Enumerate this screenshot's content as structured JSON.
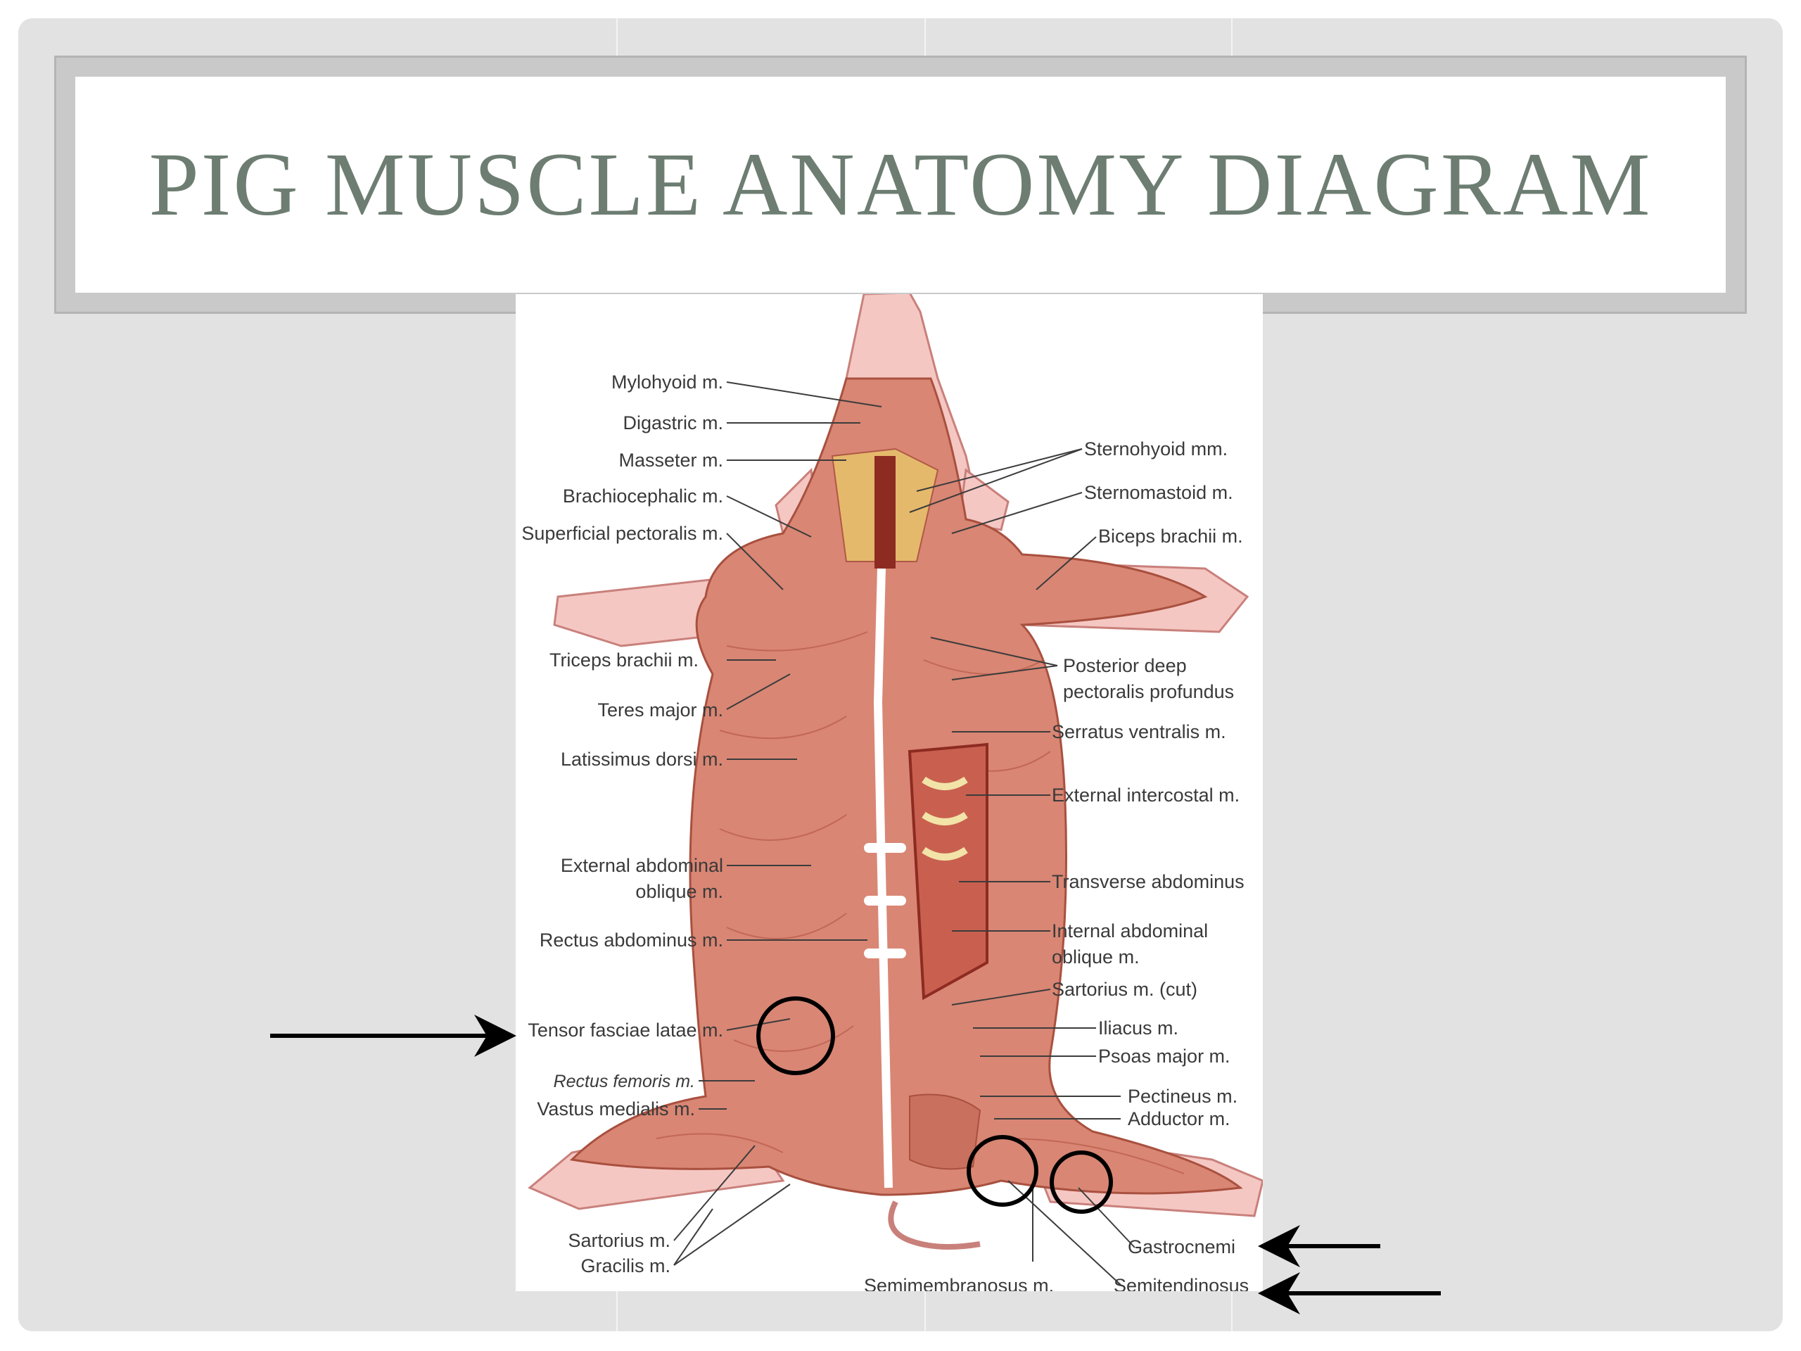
{
  "slide": {
    "title": "PIG MUSCLE ANATOMY DIAGRAM"
  },
  "figure": {
    "left_labels": {
      "mylohyoid": "Mylohyoid m.",
      "digastric": "Digastric m.",
      "masseter": "Masseter m.",
      "brachiocephalic": "Brachiocephalic m.",
      "superficial_pectoralis": "Superficial pectoralis m.",
      "triceps_brachii": "Triceps brachii m.",
      "teres_major": "Teres major m.",
      "latissimus_dorsi": "Latissimus dorsi m.",
      "external_abdominal_oblique_1": "External abdominal",
      "external_abdominal_oblique_2": "oblique m.",
      "rectus_abdominus": "Rectus abdominus m.",
      "tensor_fasciae_latae": "Tensor fasciae latae m.",
      "rectus_femoris": "Rectus femoris m.",
      "vastus_medialis": "Vastus medialis m.",
      "sartorius": "Sartorius m.",
      "gracilis": "Gracilis m."
    },
    "right_labels": {
      "sternohyoid": "Sternohyoid mm.",
      "sternomastoid": "Sternomastoid m.",
      "biceps_brachii": "Biceps brachii m.",
      "posterior_deep_1": "Posterior deep",
      "posterior_deep_2": "pectoralis profundus",
      "serratus_ventralis": "Serratus ventralis m.",
      "external_intercostal": "External intercostal m.",
      "transverse_abdominus": "Transverse abdominus",
      "internal_abdominal_oblique_1": "Internal abdominal",
      "internal_abdominal_oblique_2": "oblique m.",
      "sartorius_cut": "Sartorius m. (cut)",
      "iliacus": "Iliacus m.",
      "psoas_major": "Psoas major m.",
      "pectineus": "Pectineus m.",
      "adductor": "Adductor m.",
      "gastrocnemius": "Gastrocnemi",
      "semitendinosus": "Semitendinosus"
    },
    "bottom_labels": {
      "semimembranosus": "Semimembranosus m."
    }
  },
  "annotations": {
    "arrows": [
      "tensor-fasciae-latae-arrow",
      "gastrocnemius-arrow",
      "semitendinosus-arrow"
    ],
    "circles": [
      "tensor-fasciae-latae-circle",
      "semimembranosus-circle",
      "gastrocnemius-circle"
    ],
    "color": "#000000"
  },
  "colors": {
    "title_text": "#6d7d72",
    "muscle": "#d98674",
    "muscle_dark": "#b85a4a",
    "skin": "#f5c7c3",
    "slide_bg": "#e2e2e2"
  }
}
